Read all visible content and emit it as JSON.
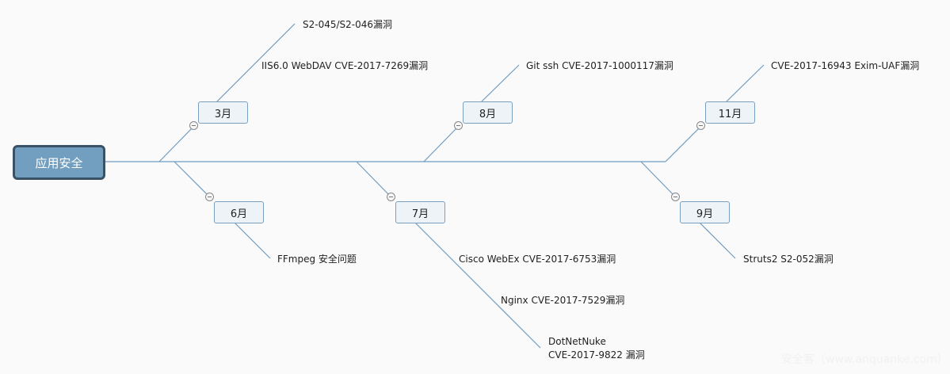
{
  "root": {
    "label": "应用安全"
  },
  "colors": {
    "line": "#6f9cc2",
    "root_fill": "#729fc0",
    "root_border": "#3a5266",
    "month_fill": "#eef3f7"
  },
  "months": [
    {
      "id": "mar",
      "label": "3月",
      "side": "top",
      "items": [
        "S2-045/S2-046漏洞",
        "IIS6.0 WebDAV CVE-2017-7269漏洞"
      ]
    },
    {
      "id": "jun",
      "label": "6月",
      "side": "bottom",
      "items": [
        "FFmpeg 安全问题"
      ]
    },
    {
      "id": "jul",
      "label": "7月",
      "side": "bottom",
      "items": [
        "Cisco WebEx CVE-2017-6753漏洞",
        "Nginx CVE-2017-7529漏洞",
        "DotNetNuke",
        "CVE-2017-9822 漏洞"
      ]
    },
    {
      "id": "aug",
      "label": "8月",
      "side": "top",
      "items": [
        "Git ssh CVE-2017-1000117漏洞"
      ]
    },
    {
      "id": "sep",
      "label": "9月",
      "side": "bottom",
      "items": [
        "Struts2 S2-052漏洞"
      ]
    },
    {
      "id": "nov",
      "label": "11月",
      "side": "top",
      "items": [
        "CVE-2017-16943 Exim-UAF漏洞"
      ]
    }
  ],
  "watermark": "安全客（www.anquanke.com）"
}
